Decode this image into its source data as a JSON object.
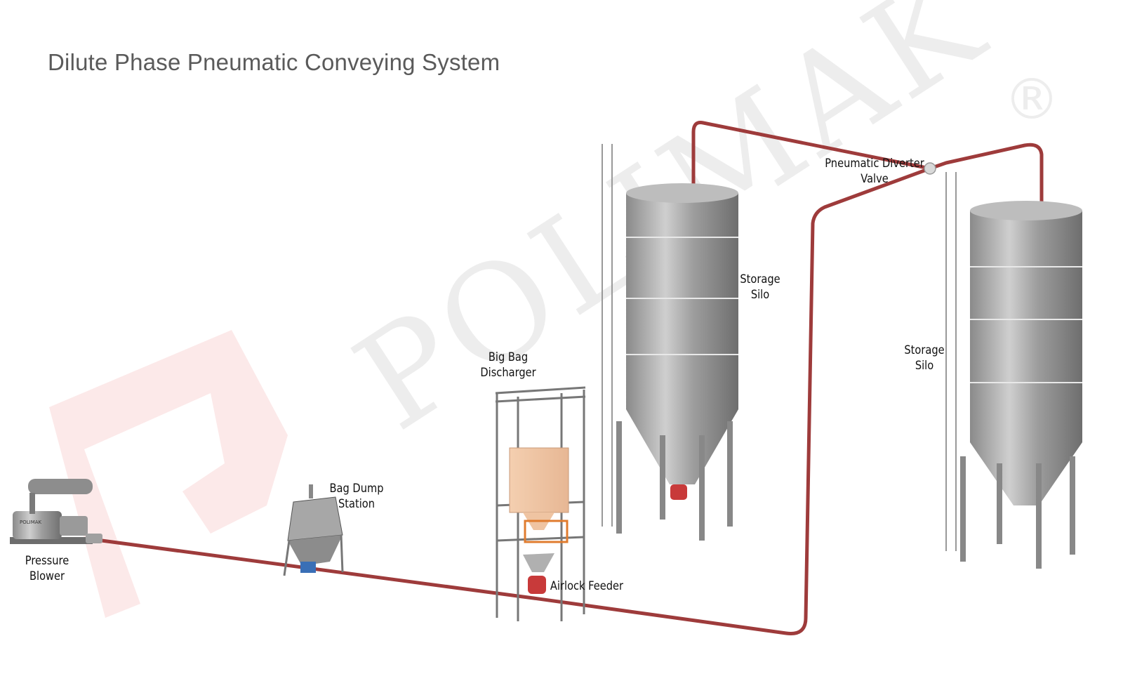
{
  "title": "Dilute Phase Pneumatic Conveying System",
  "watermark": {
    "brand": "POLIMAK",
    "registered_mark": "®",
    "logo_color": "#f4c7c7"
  },
  "pipe_color": "#9e3b3b",
  "labels": {
    "pressure_blower": [
      "Pressure",
      "Blower"
    ],
    "bag_dump_station": [
      "Bag Dump",
      "Station"
    ],
    "big_bag_discharger": [
      "Big Bag",
      "Discharger"
    ],
    "airlock_feeder": "Airlock Feeder",
    "storage_silo_1": [
      "Storage",
      "Silo"
    ],
    "storage_silo_2": [
      "Storage",
      "Silo"
    ],
    "pneumatic_diverter_valve": [
      "Pneumatic Diverter",
      "Valve"
    ]
  },
  "equipment_plate_text": "POLIMAK"
}
